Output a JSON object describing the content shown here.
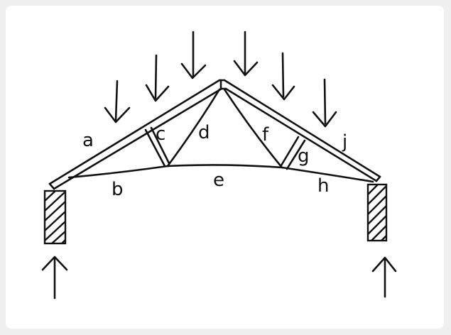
{
  "diagram": {
    "colors": {
      "ink": "#111111",
      "paper": "#ffffff",
      "background": "#f0f0f0"
    },
    "member_labels": {
      "a": "a",
      "b": "b",
      "c": "c",
      "d": "d",
      "e": "e",
      "f": "f",
      "g": "g",
      "h": "h",
      "j": "j"
    }
  }
}
